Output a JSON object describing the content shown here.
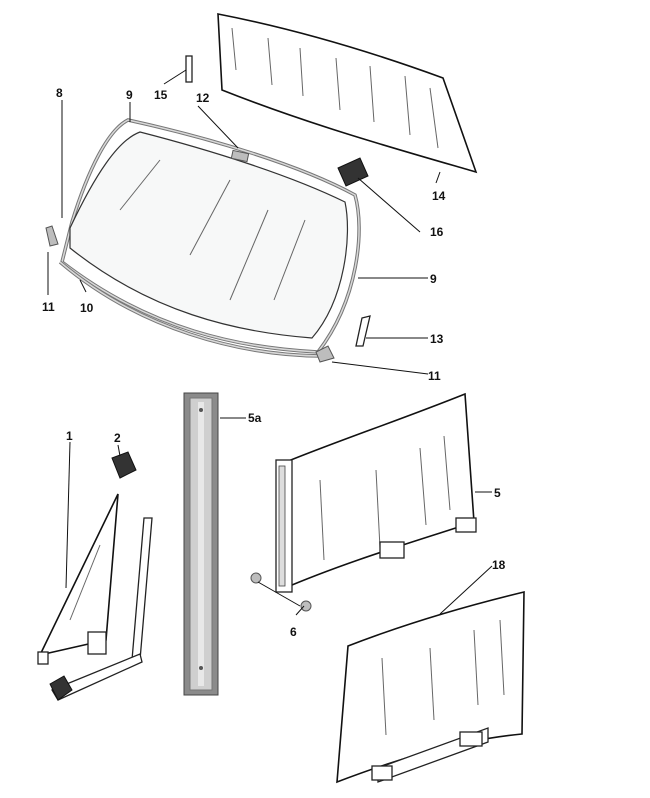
{
  "callouts": {
    "c1": "1",
    "c2": "2",
    "c5": "5",
    "c5a": "5a",
    "c6": "6",
    "c8": "8",
    "c9_top": "9",
    "c9_right": "9",
    "c10": "10",
    "c11_left": "11",
    "c11_right": "11",
    "c12": "12",
    "c13": "13",
    "c14": "14",
    "c15": "15",
    "c16": "16",
    "c18": "18"
  }
}
